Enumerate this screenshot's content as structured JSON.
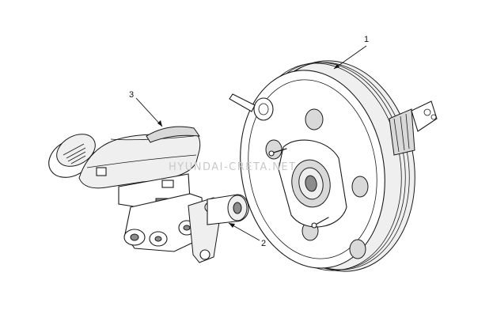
{
  "callouts": {
    "booster": "1",
    "master_cylinder": "2",
    "reservoir": "3"
  },
  "watermark": "HYUNDAI-CRETA.NET",
  "colors": {
    "line": "#1a1a1a",
    "shade": "#d9d9d9",
    "watermark": "#c8c8c8"
  }
}
